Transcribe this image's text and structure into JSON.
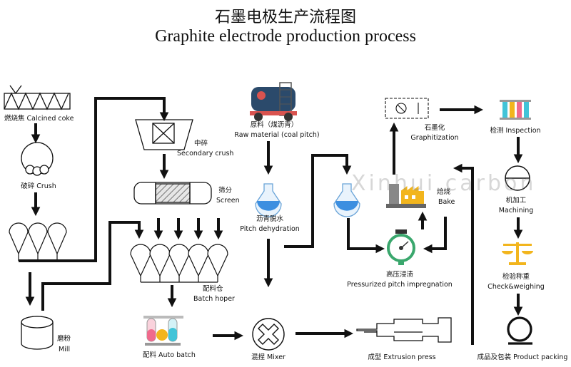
{
  "title_cn": "石墨电极生产流程图",
  "title_en": "Graphite electrode production process",
  "watermark": "Xinhui carbon",
  "steps": {
    "calcined_coke": "燃烧焦 Calcined coke",
    "crush": "破碎 Crush",
    "mill_cn": "磨粉",
    "mill_en": "Mill",
    "secondary_crush_cn": "中碎",
    "secondary_crush_en": "Secondary crush",
    "screen_cn": "筛分",
    "screen_en": "Screen",
    "batch_hopper_cn": "配料仓",
    "batch_hopper_en": "Batch hoper",
    "auto_batch": "配料 Auto batch",
    "mixer": "混捏 Mixer",
    "extrusion": "成型 Extrusion press",
    "raw_material_cn": "原料（煤沥青）",
    "raw_material_en": "Raw material (coal pitch)",
    "pitch_dehydration_cn": "沥青脱水",
    "pitch_dehydration_en": "Pitch dehydration",
    "impregnation_cn": "高压浸渍",
    "impregnation_en": "Pressurized pitch impregnation",
    "bake_cn": "焙烧",
    "bake_en": "Bake",
    "graphitization_cn": "石墨化",
    "graphitization_en": "Graphitization",
    "inspection": "检测 Inspection",
    "machining_cn": "机加工",
    "machining_en": "Machining",
    "check_cn": "检验称重",
    "check_en": "Check&weighing",
    "packing": "成品及包装 Product packing"
  },
  "colors": {
    "line": "#111111",
    "tank_blue": "#2b4a6b",
    "tank_red": "#d9534f",
    "flask_blue": "#3d8fe0",
    "gauge_green": "#3aa76d",
    "hopper_grey": "#d8d8d8",
    "building_yellow": "#f2b51d",
    "test_pink": "#f06a8c",
    "test_cyan": "#42c4d8"
  }
}
